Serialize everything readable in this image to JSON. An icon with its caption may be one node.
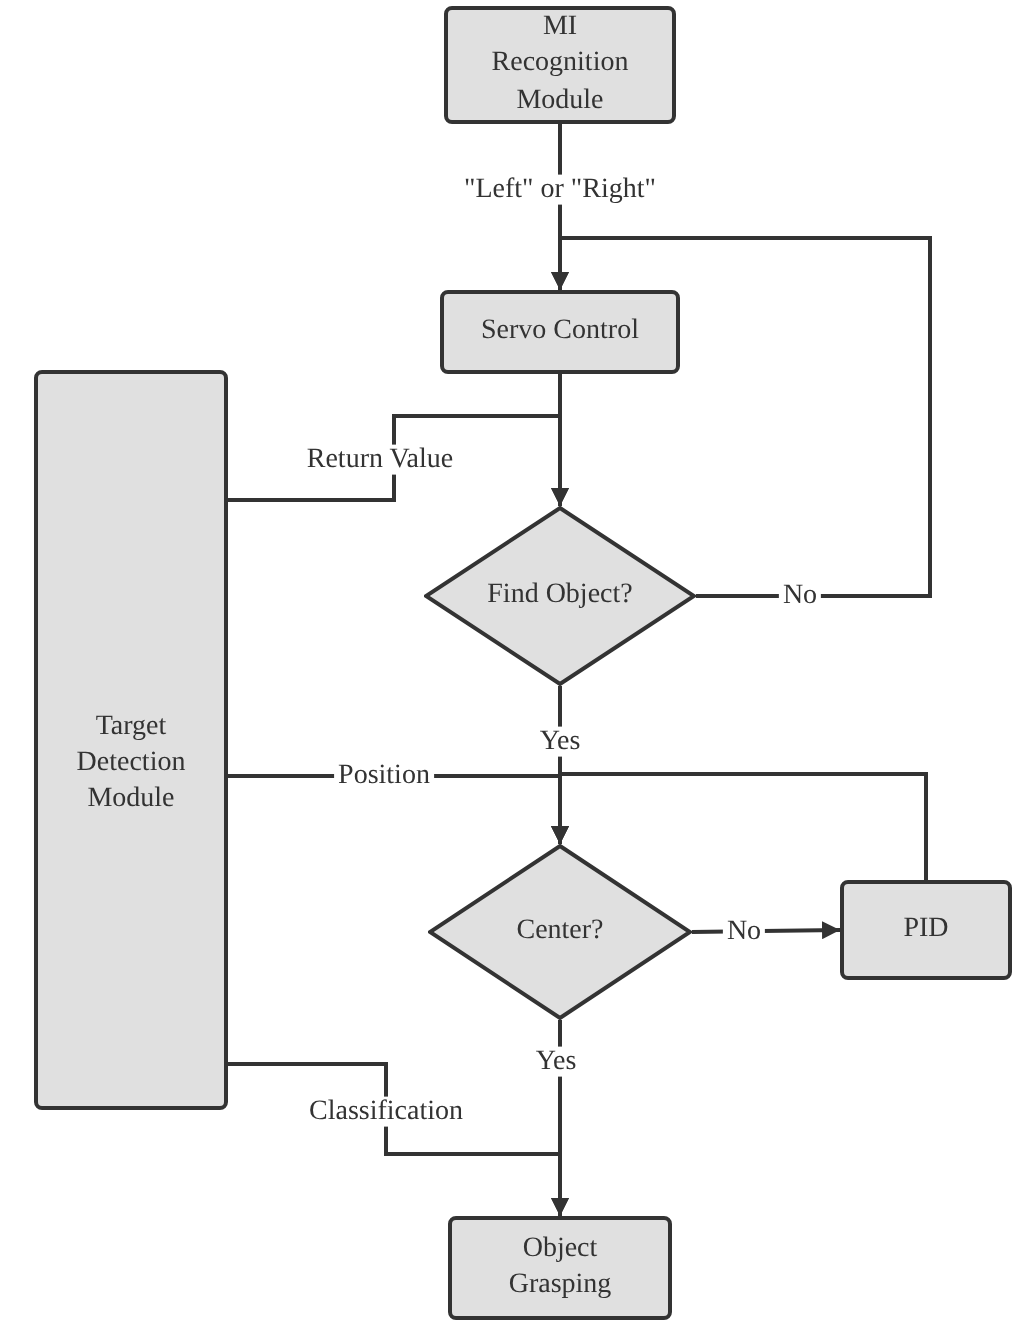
{
  "diagram": {
    "nodes": [
      {
        "text": [
          "MI Recognition Module"
        ]
      },
      {
        "text": [
          "Servo Control"
        ]
      },
      {
        "text": [
          "Target Detection Module"
        ]
      },
      {
        "text": [
          "Find Object?"
        ]
      },
      {
        "text": [
          "Center?"
        ]
      },
      {
        "text": [
          "PID"
        ]
      },
      {
        "text": [
          "Object Grasping"
        ]
      }
    ],
    "edges": [
      {
        "from": 0,
        "to": 1,
        "arrow": "to",
        "label": "\"Left\" or \"Right\""
      },
      {
        "from": 1,
        "to": 3,
        "arrow": "to"
      },
      {
        "from": 2,
        "to": 3,
        "arrow": "to",
        "label": "Return Value"
      },
      {
        "from": 3,
        "to": 1,
        "arrow": "to",
        "label": "No"
      },
      {
        "from": 3,
        "to": 4,
        "arrow": "to",
        "label": "Yes"
      },
      {
        "from": 2,
        "to": 4,
        "arrow": "to",
        "label": "Position"
      },
      {
        "from": 5,
        "to": 4,
        "arrow": "to"
      },
      {
        "from": 4,
        "to": 5,
        "arrow": "to",
        "label": "No"
      },
      {
        "from": 4,
        "to": 6,
        "arrow": "to",
        "label": "Yes"
      },
      {
        "from": 2,
        "to": 6,
        "arrow": "to",
        "label": "Classification"
      }
    ]
  }
}
